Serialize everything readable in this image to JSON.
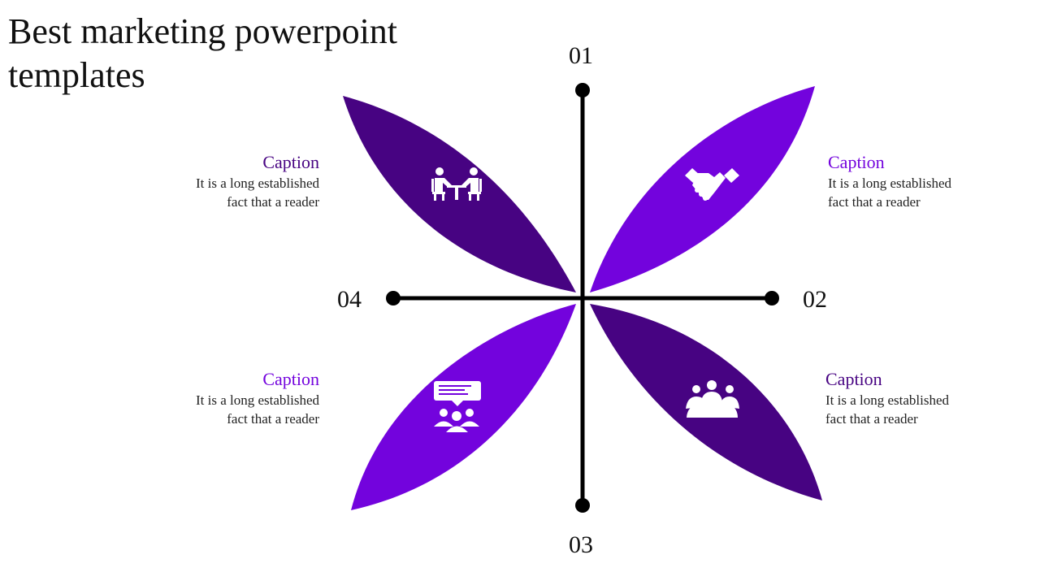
{
  "title": "Best marketing powerpoint templates",
  "colors": {
    "dark_purple": "#470382",
    "bright_purple": "#7303DD",
    "axis": "#000000"
  },
  "numbers": {
    "top": "01",
    "right": "02",
    "bottom": "03",
    "left": "04"
  },
  "captions": [
    {
      "position": "top-left",
      "title": "Caption",
      "body": "It is a long established\nfact that a reader",
      "icon": "meeting-icon"
    },
    {
      "position": "top-right",
      "title": "Caption",
      "body": "It is a long established\nfact that a reader",
      "icon": "handshake-icon"
    },
    {
      "position": "bottom-left",
      "title": "Caption",
      "body": "It is a long established\nfact that a reader",
      "icon": "presentation-group-icon"
    },
    {
      "position": "bottom-right",
      "title": "Caption",
      "body": "It is a long established\nfact that a reader",
      "icon": "conference-icon"
    }
  ]
}
